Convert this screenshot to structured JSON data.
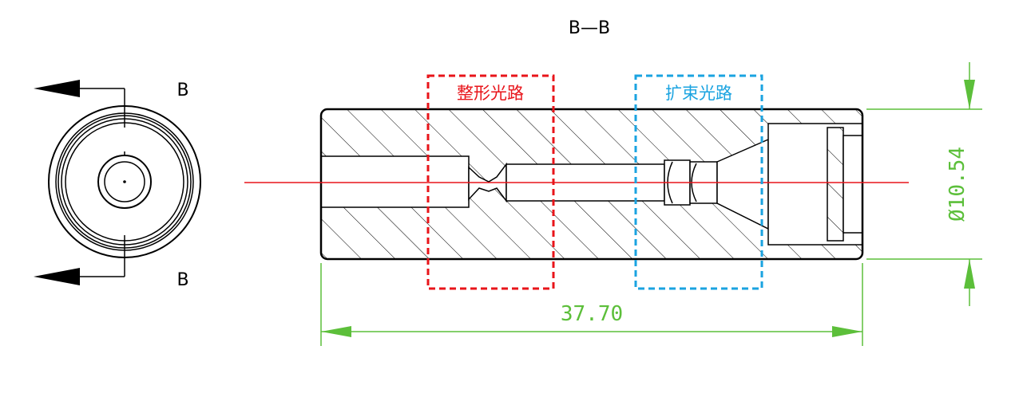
{
  "section_title": "B—B",
  "section_marker_top": "B",
  "section_marker_bottom": "B",
  "region_shaping": {
    "label": "整形光路",
    "color": "#e8141a"
  },
  "region_expanding": {
    "label": "扩束光路",
    "color": "#1aa3e0"
  },
  "dimension_length": "37.70",
  "dimension_diameter": "Ø10.54",
  "colors": {
    "line": "#000000",
    "axis": "#e8141a",
    "dimension": "#5cbf3a"
  }
}
